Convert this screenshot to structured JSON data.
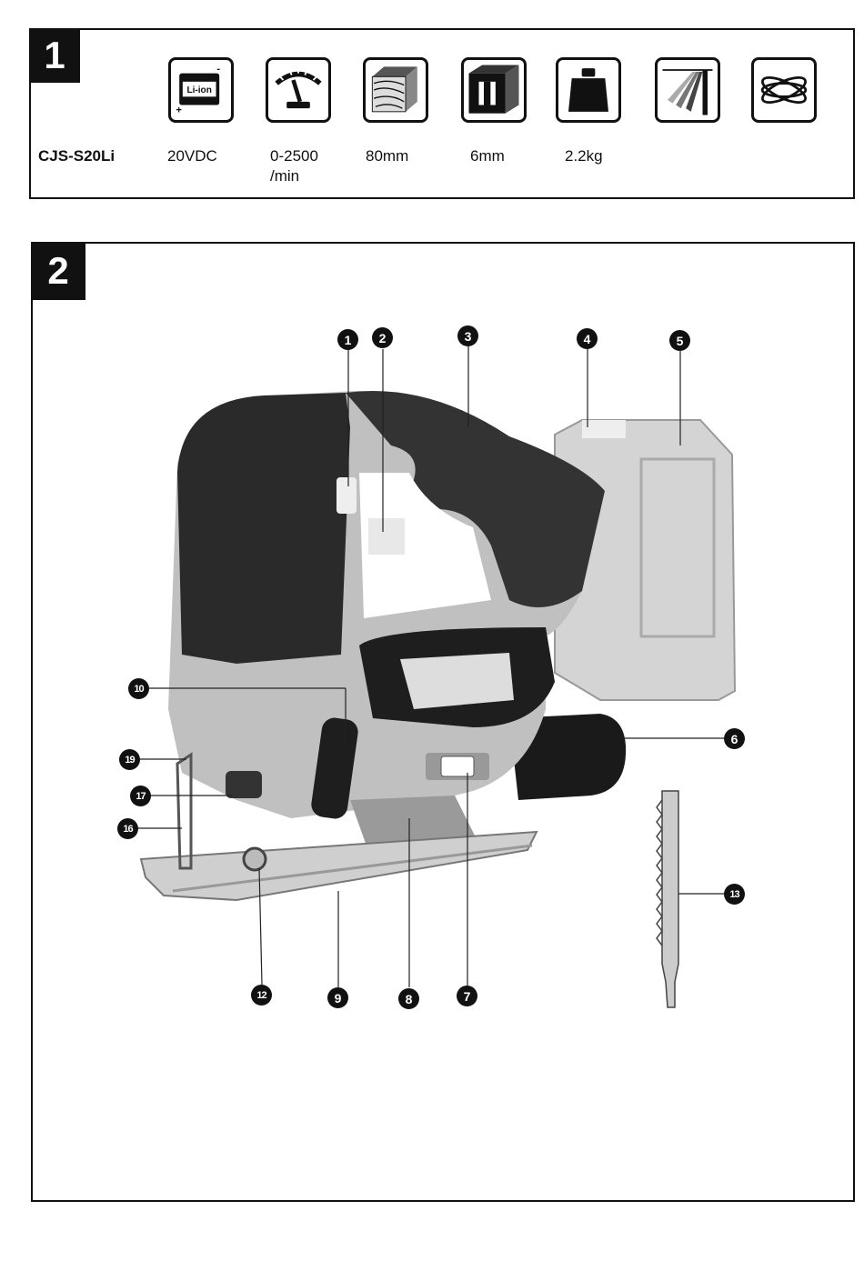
{
  "panel1": {
    "number": "1",
    "model": "CJS-S20Li",
    "icons": [
      {
        "name": "battery-liion-icon",
        "text": "Li-ion",
        "spec": "20VDC"
      },
      {
        "name": "speedometer-icon",
        "spec_line1": "0-2500",
        "spec_line2": "/min"
      },
      {
        "name": "wood-cut-depth-icon",
        "spec": "80mm"
      },
      {
        "name": "steel-cut-depth-icon",
        "spec": "6mm"
      },
      {
        "name": "weight-icon",
        "spec": "2.2kg"
      },
      {
        "name": "pendulum-action-icon"
      },
      {
        "name": "orbital-motion-icon"
      }
    ]
  },
  "panel2": {
    "number": "2",
    "callouts": [
      "1",
      "2",
      "3",
      "4",
      "5",
      "6",
      "7",
      "8",
      "9",
      "10",
      "12",
      "13",
      "16",
      "17",
      "19"
    ]
  }
}
